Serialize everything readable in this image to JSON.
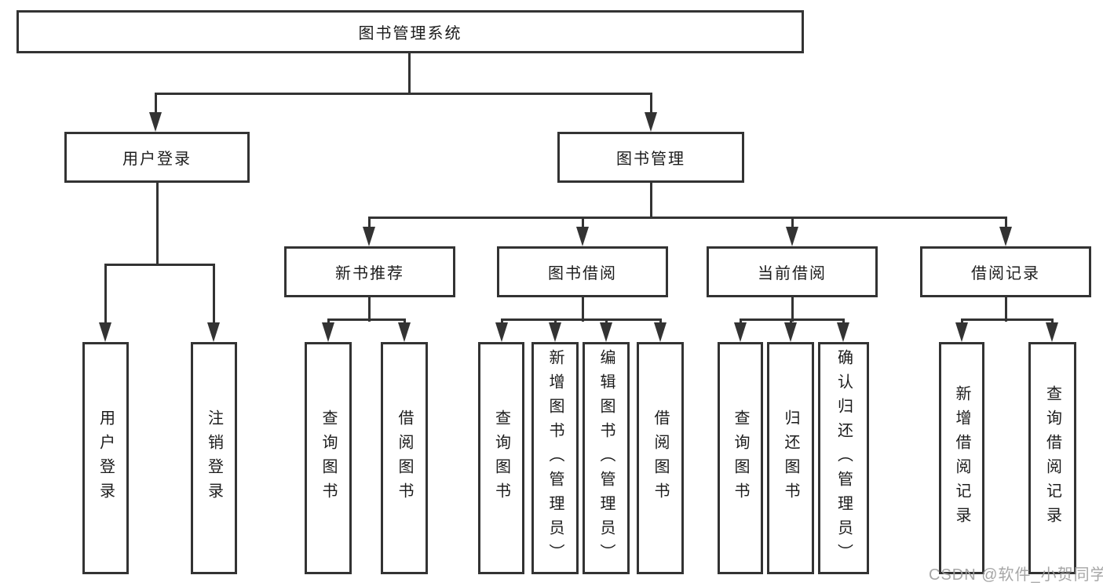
{
  "diagram": {
    "root": "图书管理系统",
    "level2": [
      "用户登录",
      "图书管理"
    ],
    "level3": [
      "新书推荐",
      "图书借阅",
      "当前借阅",
      "借阅记录"
    ],
    "leaves": [
      "用户登录",
      "注销登录",
      "查询图书",
      "借阅图书",
      "查询图书",
      "新增图书（管理员）",
      "编辑图书（管理员）",
      "借阅图书",
      "查询图书",
      "归还图书",
      "确认归还（管理员）",
      "新增借阅记录",
      "查询借阅记录"
    ]
  },
  "watermark": "CSDN @软件_小贺同学",
  "colors": {
    "line": "#333333",
    "text": "#1c1c1c",
    "watermark": "#9e9e9e",
    "background": "#ffffff"
  }
}
